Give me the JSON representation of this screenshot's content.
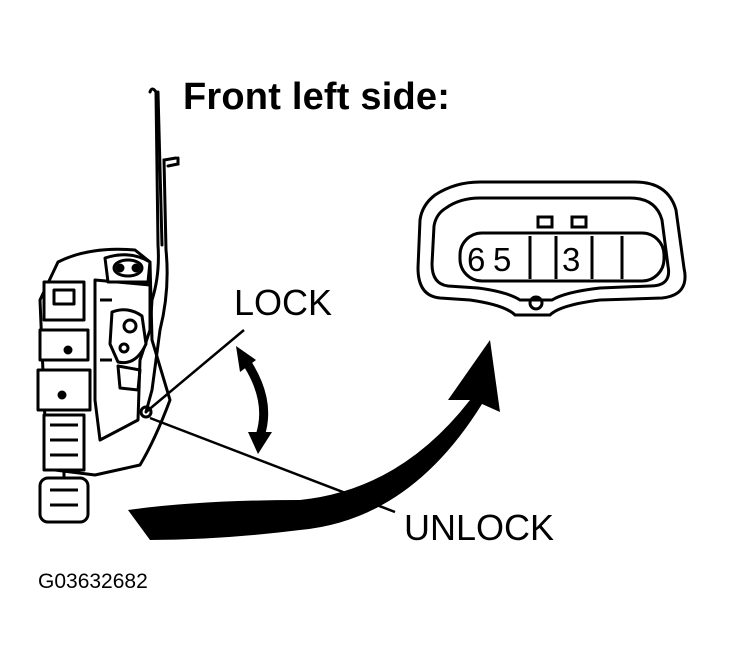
{
  "title": "Front left side:",
  "labels": {
    "lock": "LOCK",
    "unlock": "UNLOCK"
  },
  "figure_code": "G03632682",
  "connector_pins": [
    "6",
    "5",
    "3"
  ]
}
